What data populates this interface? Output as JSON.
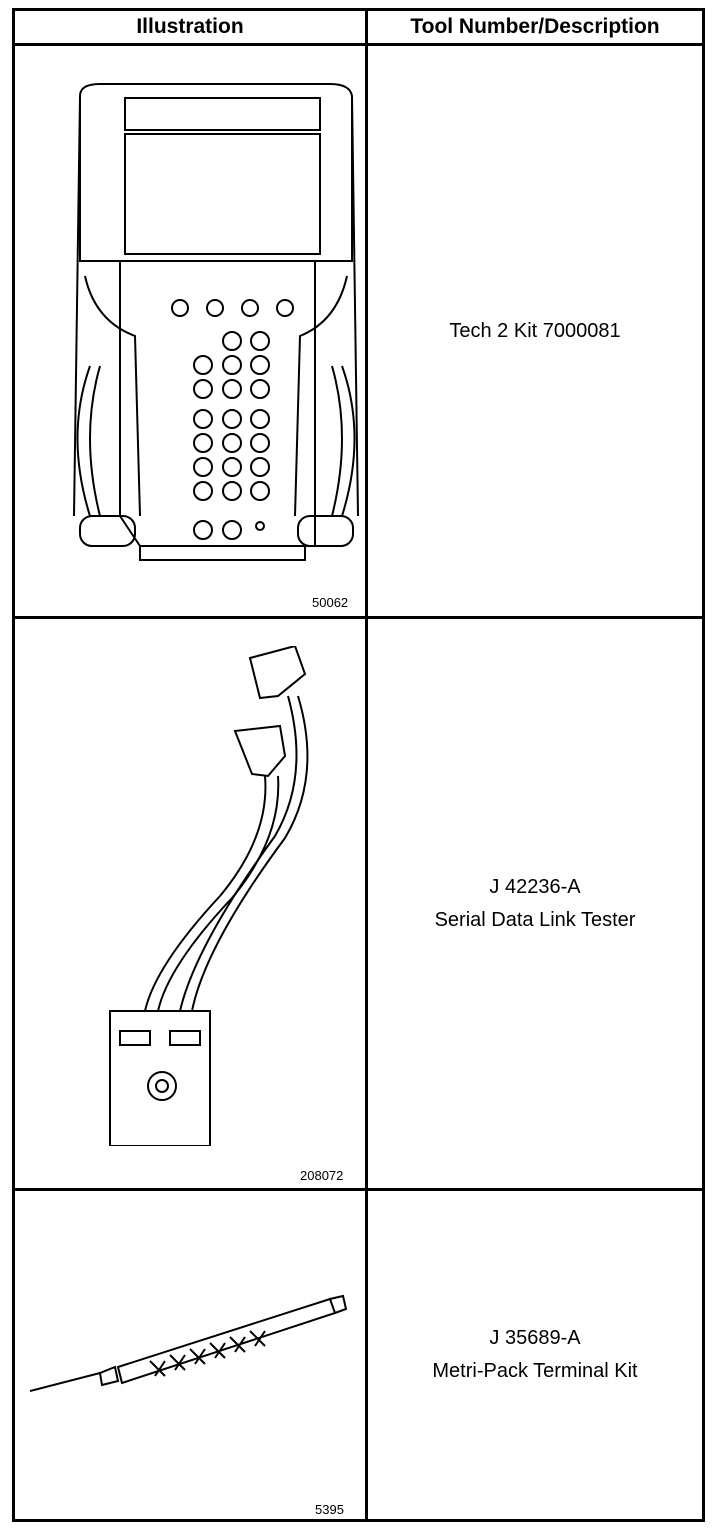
{
  "headers": {
    "illustration": "Illustration",
    "tool": "Tool Number/Description"
  },
  "rows": [
    {
      "figure_number": "50062",
      "line1": "Tech 2 Kit 7000081",
      "line2": ""
    },
    {
      "figure_number": "208072",
      "line1": "J 42236-A",
      "line2": "Serial Data Link Tester"
    },
    {
      "figure_number": "5395",
      "line1": "J 35689-A",
      "line2": "Metri-Pack Terminal Kit"
    }
  ]
}
